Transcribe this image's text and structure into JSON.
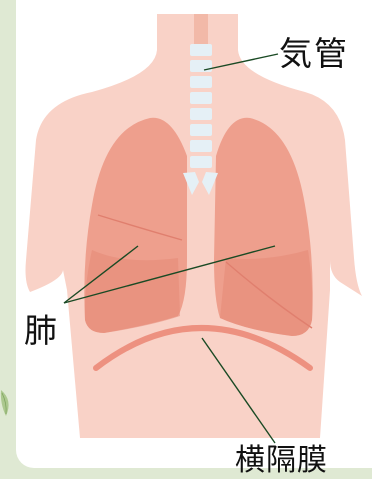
{
  "labels": {
    "trachea": "気管",
    "lungs": "肺",
    "diaphragm": "横隔膜"
  },
  "colors": {
    "background": "#dfe9d3",
    "panel": "#ffffff",
    "body": "#f9d2c7",
    "lung": "#ee9f8d",
    "lung_dark": "#e68977",
    "diaphragm": "#ed9180",
    "trachea_ring": "#e5f0f6",
    "leader_line": "#1a4a24"
  }
}
